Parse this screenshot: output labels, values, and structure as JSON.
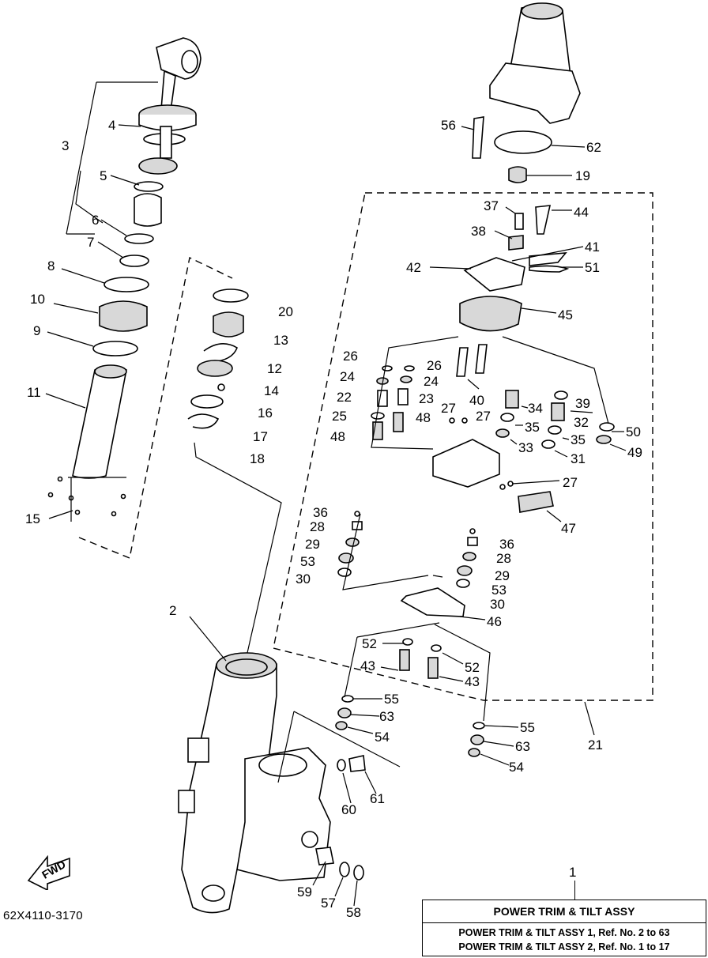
{
  "drawing_number": "62X4110-3170",
  "fwd_label": "FWD",
  "title_box": {
    "ref": "1",
    "title": "POWER TRIM & TILT ASSY",
    "notes": [
      "POWER TRIM & TILT ASSY 1, Ref. No. 2 to 63",
      "POWER TRIM & TILT ASSY 2, Ref. No. 1 to 17"
    ]
  },
  "callouts": [
    "2",
    "3",
    "4",
    "5",
    "6",
    "7",
    "8",
    "9",
    "10",
    "11",
    "12",
    "13",
    "14",
    "15",
    "16",
    "17",
    "18",
    "19",
    "20",
    "21",
    "22",
    "23",
    "24",
    "24",
    "25",
    "26",
    "26",
    "27",
    "27",
    "27",
    "28",
    "28",
    "29",
    "29",
    "30",
    "30",
    "31",
    "32",
    "33",
    "34",
    "35",
    "35",
    "36",
    "36",
    "37",
    "38",
    "39",
    "40",
    "41",
    "42",
    "43",
    "43",
    "44",
    "45",
    "46",
    "47",
    "48",
    "48",
    "49",
    "50",
    "51",
    "52",
    "52",
    "53",
    "53",
    "54",
    "54",
    "55",
    "55",
    "56",
    "57",
    "58",
    "59",
    "60",
    "61",
    "62",
    "63",
    "63"
  ]
}
